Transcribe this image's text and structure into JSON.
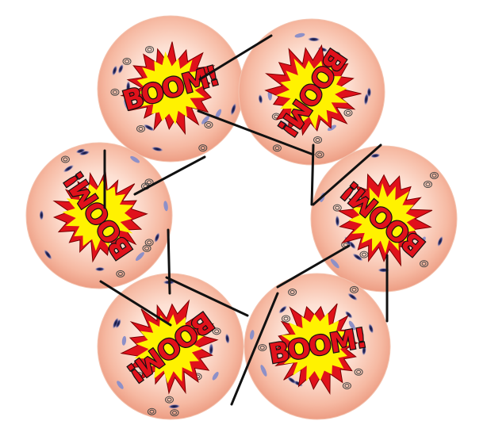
{
  "figure": {
    "spheres": [
      {
        "name": "sphere-top-left",
        "word": "BOOM!"
      },
      {
        "name": "sphere-top-right",
        "word": "BOOM!"
      },
      {
        "name": "sphere-middle-right",
        "word": "BOOM!"
      },
      {
        "name": "sphere-bottom-right",
        "word": "BOOM!"
      },
      {
        "name": "sphere-bottom-left",
        "word": "BOOM!"
      },
      {
        "name": "sphere-middle-left",
        "word": "BOOM!"
      }
    ],
    "colors": {
      "sphere_center": "#fff6f2",
      "sphere_mid": "#fbd0bd",
      "sphere_edge": "#f0a085",
      "burst_outer": "#e0111b",
      "burst_inner": "#fff200",
      "text_fill": "#e0111b",
      "link": "#111111",
      "dimple_dark": "#1c1f4a",
      "dimple_light": "#8d90c8"
    },
    "icons": [
      "explosion-burst-icon",
      "spiral-icon",
      "dimple-icon"
    ]
  }
}
